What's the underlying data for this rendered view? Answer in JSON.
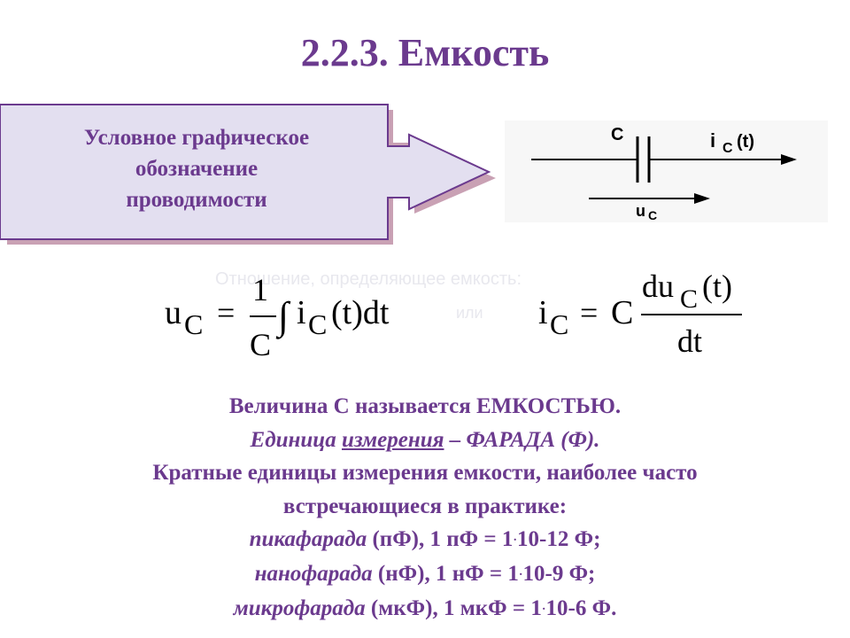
{
  "title": "2.2.3. Емкость",
  "callout": {
    "line1": "Условное графическое",
    "line2": "обозначение",
    "line3": "проводимости"
  },
  "symbol": {
    "c_label": "C",
    "current_i": "i",
    "current_sub": "C",
    "current_t": "(t)",
    "voltage_u": "u",
    "voltage_sub": "C"
  },
  "formulas": {
    "faint_caption": "Отношение, определяющее емкость:",
    "or": "или",
    "left": {
      "u": "u",
      "sub": "C",
      "eq": "=",
      "num": "1",
      "den": "C",
      "integral": "∫",
      "i": "i",
      "isub": "C",
      "rest": "(t)dt"
    },
    "right": {
      "i": "i",
      "sub": "C",
      "eq": "=",
      "C": "C",
      "num_du": "du",
      "num_sub": "C",
      "num_t": "(t)",
      "den": "dt"
    }
  },
  "text": {
    "line1": "Величина С называется ЕМКОСТЬЮ.",
    "line2_a": "Единица",
    "line2_b": "измерения",
    "line2_c": "– ФАРАДА (Ф).",
    "line3": "Кратные единицы измерения емкости, наиболее часто",
    "line4": "встречающиеся в практике:",
    "pico_name": "пикафарада",
    "pico_rest_a": "(пФ), 1 пФ = 1",
    "pico_rest_b": "10-12 Ф;",
    "nano_name": "нанофарада",
    "nano_rest_a": "(нФ), 1 нФ = 1",
    "nano_rest_b": "10-9 Ф;",
    "micro_name": "микрофарада",
    "micro_rest_a": "(мкФ), 1 мкФ = 1",
    "micro_rest_b": "10-6 Ф.",
    "dot": "·"
  },
  "colors": {
    "accent": "#6b3a8e",
    "callout_fill": "#e3dff0",
    "callout_shadow": "#c9a1b4"
  }
}
